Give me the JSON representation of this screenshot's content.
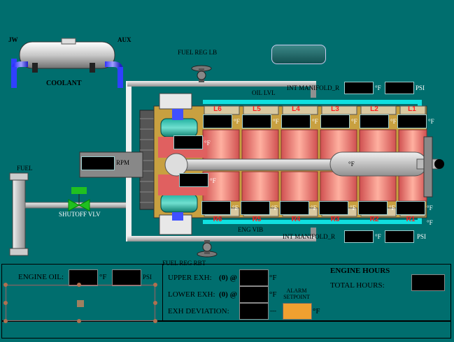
{
  "schematic": {
    "coolant_label": "COOLANT",
    "jw_label": "JW",
    "aux_label": "AUX",
    "fuel_label": "FUEL",
    "shutoff_label": "SHUTOFF VLV",
    "fuel_reg_lb": "FUEL REG LB",
    "fuel_reg_rb": "FUEL REG RBT",
    "oil_lvl": "OIL LVL",
    "eng_vib": "ENG VIB",
    "int_manifold_l": "INT MANIFOLD_R",
    "int_manifold_r": "INT MANIFOLD_R",
    "rpm_label": "RPM",
    "degf": "°F",
    "psi": "PSI",
    "left_bank": [
      "L6",
      "L5",
      "L4",
      "L3",
      "L2",
      "L1"
    ],
    "right_bank": [
      "R6",
      "R5",
      "R4",
      "R3",
      "R2",
      "R1"
    ]
  },
  "panel": {
    "engine_oil_label": "ENGINE OIL:",
    "engine_oil_unit_f": "°F",
    "engine_oil_unit_psi": "PSI",
    "upper_exh_label": "UPPER EXH:",
    "upper_exh_value": "(0) @",
    "lower_exh_label": "LOWER EXH:",
    "lower_exh_value": "(0) @",
    "exh_dev_label": "EXH DEVIATION:",
    "exh_dev_dashes": "---",
    "alarm_setpoint": "ALARM SETPOINT",
    "unit_f": "°F",
    "engine_hours_title": "ENGINE HOURS",
    "total_hours_label": "TOTAL HOURS:"
  },
  "colors": {
    "background": "#006e6e",
    "cylinder_label": "#ff2020",
    "alarm_setpoint_box": "#f0a030",
    "valve_green": "#20c020"
  }
}
